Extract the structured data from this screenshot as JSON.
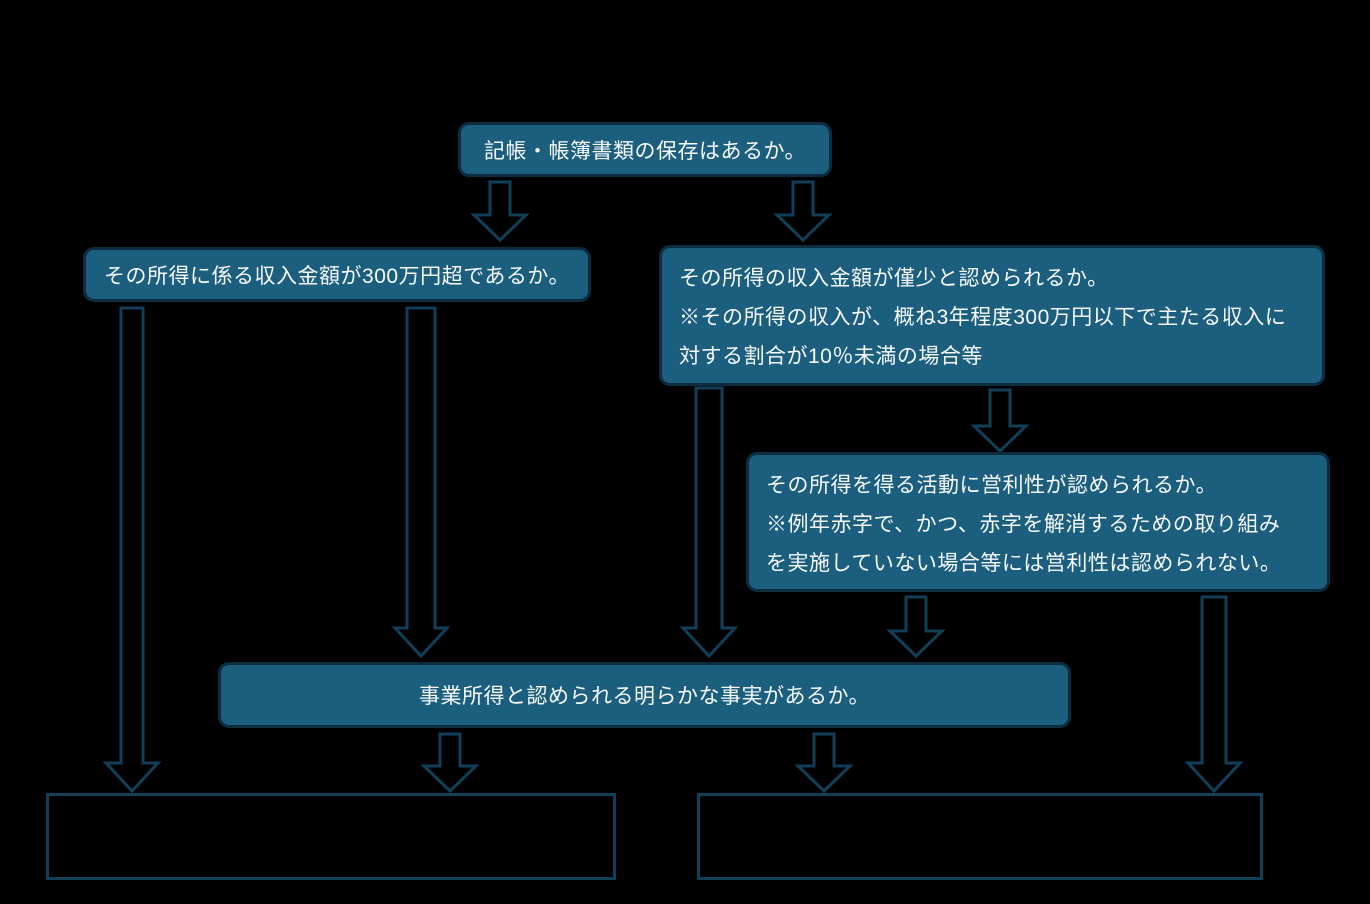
{
  "flowchart": {
    "colors": {
      "background": "#000000",
      "node_fill": "#1C5E7E",
      "node_border": "#0C2D3F",
      "arrow_outline": "#123F57",
      "outcome_border": "#123F57",
      "text": "#F8FBFD"
    },
    "nodes": {
      "record_keeping": {
        "text": "記帳・帳簿書類の保存はあるか。"
      },
      "revenue_over_3m": {
        "text": "その所得に係る収入金額が300万円超であるか。"
      },
      "minor_revenue": {
        "lines": [
          "その所得の収入金額が僅少と認められるか。",
          "※その所得の収入が、概ね3年程度300万円以下で主たる収入に",
          "対する割合が10％未満の場合等"
        ]
      },
      "profitability": {
        "lines": [
          "その所得を得る活動に営利性が認められるか。",
          "※例年赤字で、かつ、赤字を解消するための取り組み",
          "を実施していない場合等には営利性は認められない。"
        ]
      },
      "business_fact": {
        "text": "事業所得と認められる明らかな事実があるか。"
      },
      "outcome_left": {
        "text": ""
      },
      "outcome_right": {
        "text": ""
      }
    },
    "arrows": [
      {
        "name": "arrow-record-to-over3m",
        "from": "record_keeping",
        "to": "revenue_over_3m"
      },
      {
        "name": "arrow-record-to-minor",
        "from": "record_keeping",
        "to": "minor_revenue"
      },
      {
        "name": "arrow-over3m-to-outcome-left",
        "from": "revenue_over_3m",
        "to": "outcome_left"
      },
      {
        "name": "arrow-over3m-to-fact",
        "from": "revenue_over_3m",
        "to": "business_fact"
      },
      {
        "name": "arrow-minor-to-fact",
        "from": "minor_revenue",
        "to": "business_fact"
      },
      {
        "name": "arrow-minor-to-profitability",
        "from": "minor_revenue",
        "to": "profitability"
      },
      {
        "name": "arrow-profitability-to-fact",
        "from": "profitability",
        "to": "business_fact"
      },
      {
        "name": "arrow-profitability-to-outcome-right",
        "from": "profitability",
        "to": "outcome_right"
      },
      {
        "name": "arrow-fact-to-outcome-left",
        "from": "business_fact",
        "to": "outcome_left"
      },
      {
        "name": "arrow-fact-to-outcome-right",
        "from": "business_fact",
        "to": "outcome_right"
      }
    ]
  }
}
